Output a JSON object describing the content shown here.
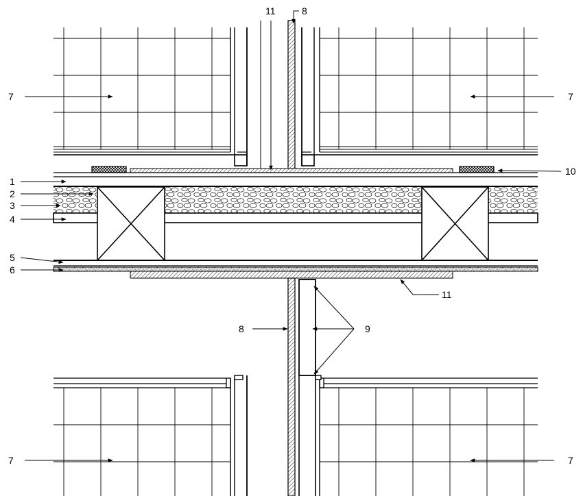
{
  "callouts": {
    "c1": "1",
    "c2": "2",
    "c3": "3",
    "c4": "4",
    "c5": "5",
    "c6": "6",
    "c7_top_left": "7",
    "c7_top_right": "7",
    "c7_bottom_left": "7",
    "c7_bottom_right": "7",
    "c8_top": "8",
    "c8_bottom": "8",
    "c9": "9",
    "c10": "10",
    "c11_top": "11",
    "c11_bottom": "11"
  }
}
